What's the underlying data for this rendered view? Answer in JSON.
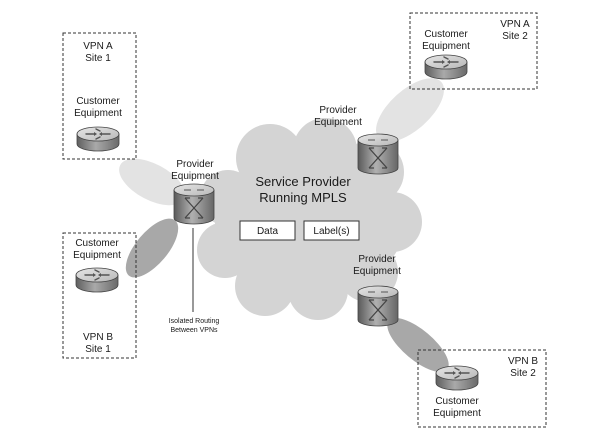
{
  "cloud": {
    "title_line1": "Service Provider",
    "title_line2": "Running MPLS",
    "data_box": "Data",
    "label_box": "Label(s)"
  },
  "sites": {
    "vpn_a_site1": {
      "line1": "VPN A",
      "line2": "Site 1",
      "ce_line1": "Customer",
      "ce_line2": "Equipment"
    },
    "vpn_a_site2": {
      "line1": "VPN A",
      "line2": "Site 2",
      "ce_line1": "Customer",
      "ce_line2": "Equipment"
    },
    "vpn_b_site1": {
      "line1": "VPN B",
      "line2": "Site 1",
      "ce_line1": "Customer",
      "ce_line2": "Equipment"
    },
    "vpn_b_site2": {
      "line1": "VPN B",
      "line2": "Site 2",
      "ce_line1": "Customer",
      "ce_line2": "Equipment"
    }
  },
  "provider": {
    "pe_left": {
      "line1": "Provider",
      "line2": "Equipment"
    },
    "pe_top": {
      "line1": "Provider",
      "line2": "Equipment"
    },
    "pe_right": {
      "line1": "Provider",
      "line2": "Equipment"
    }
  },
  "isolated_routing": {
    "line1": "Isolated Routing",
    "line2": "Between VPNs"
  }
}
